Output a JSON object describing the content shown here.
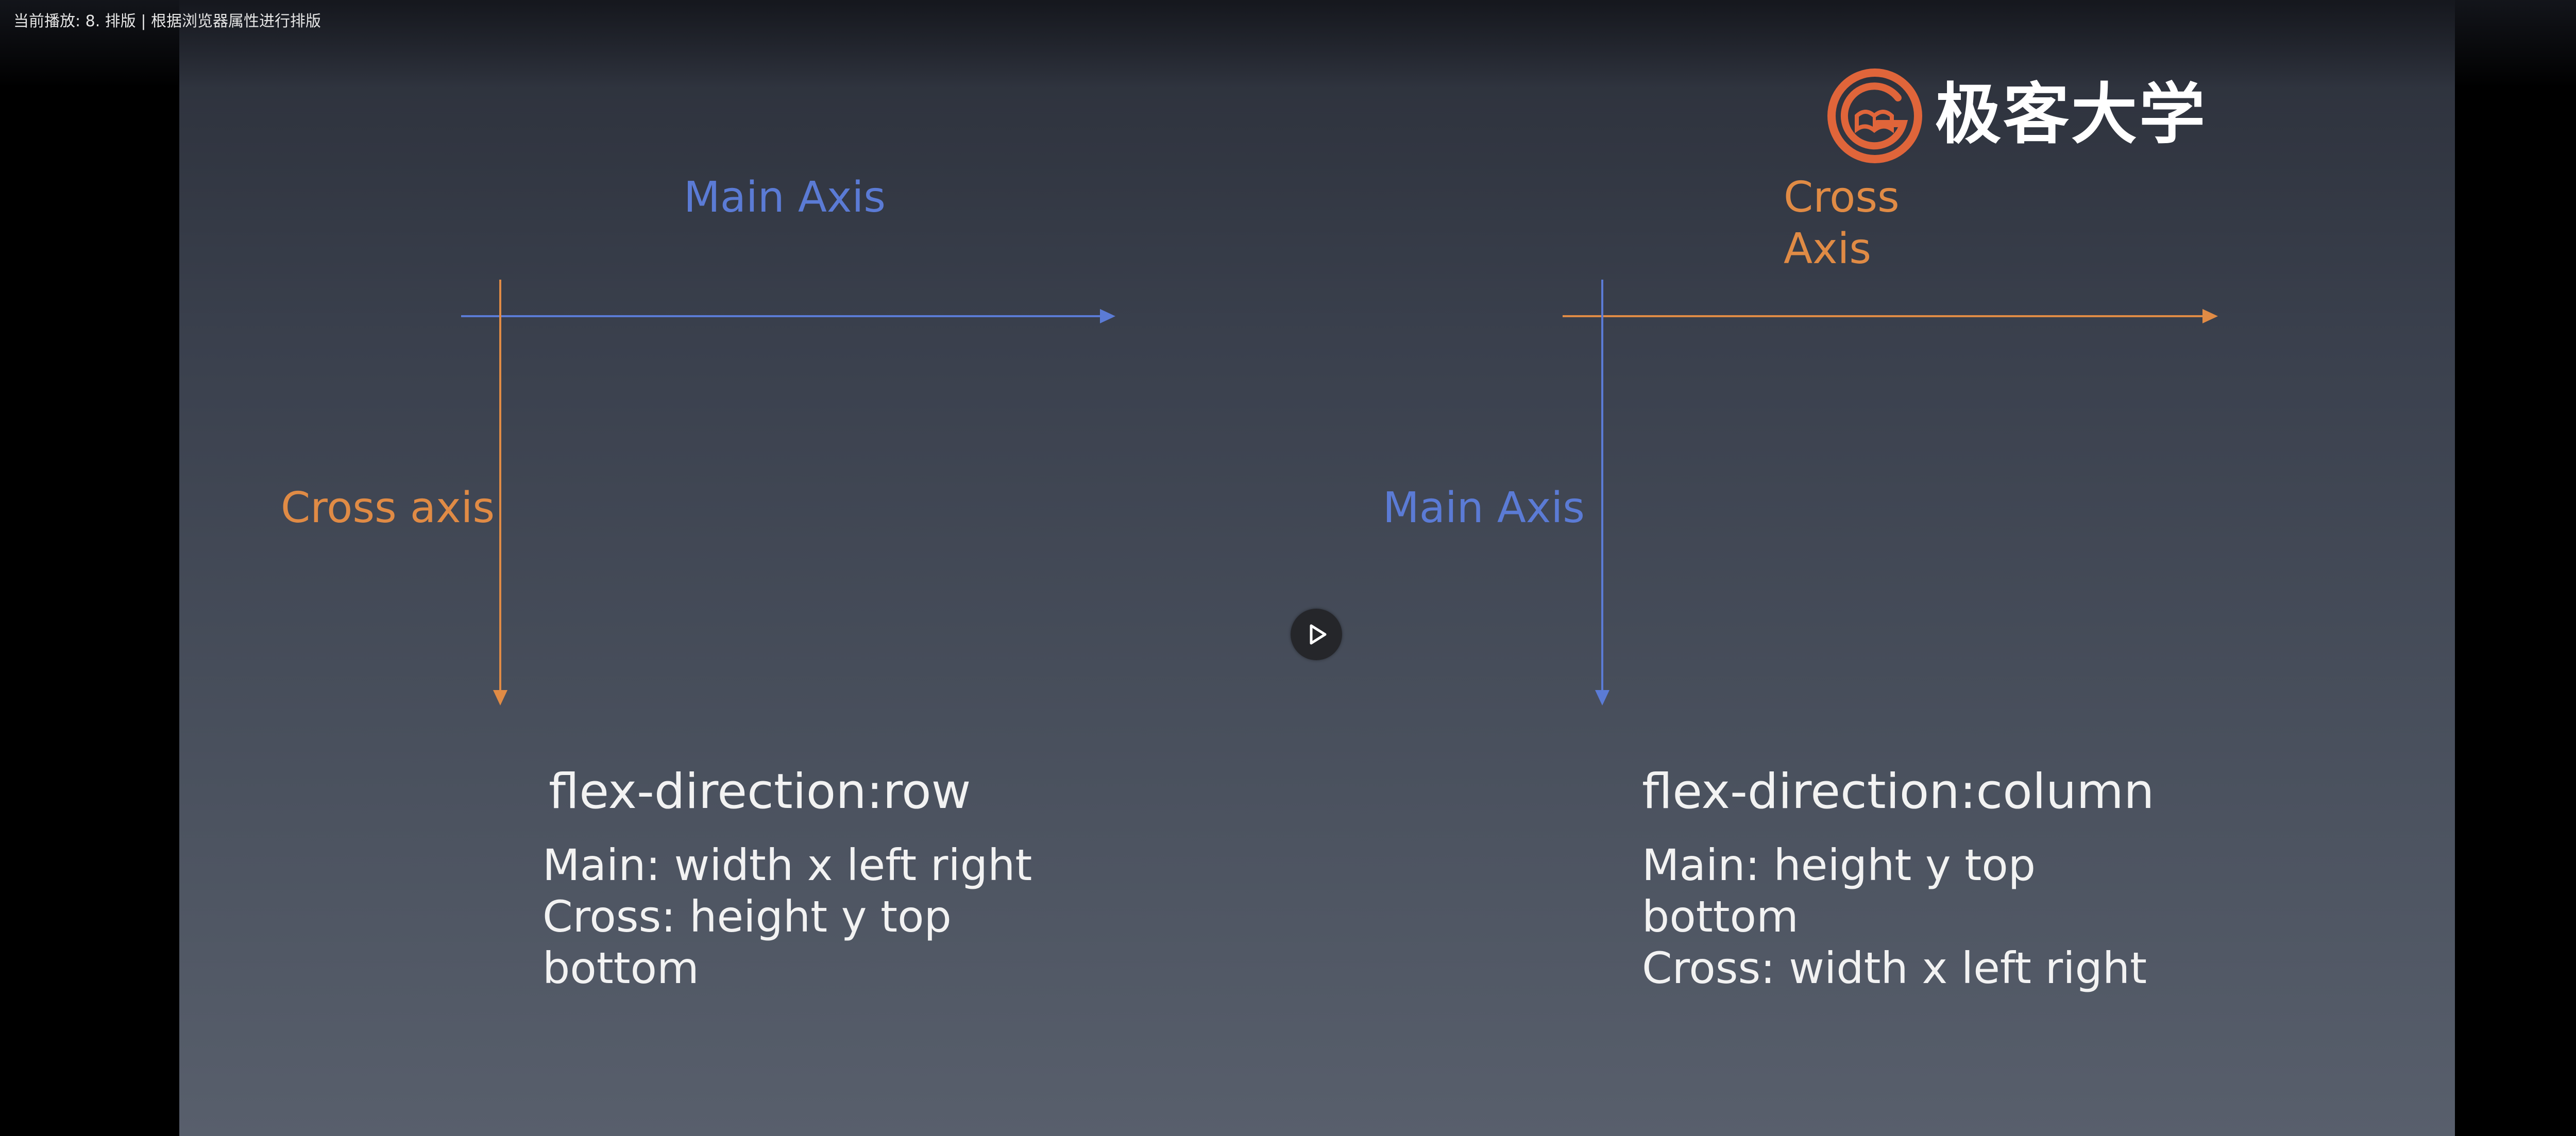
{
  "player": {
    "now_playing": "当前播放: 8. 排版 | 根据浏览器属性进行排版"
  },
  "logo": {
    "text": "极客大学",
    "icon": "geek-university-logo-icon",
    "color": "#e0653a"
  },
  "diagram_left": {
    "main_axis_label": "Main Axis",
    "cross_axis_label": "Cross axis",
    "title": "flex-direction:row",
    "lines": [
      "Main: width x left right",
      "Cross: height y top",
      "bottom"
    ]
  },
  "diagram_right": {
    "cross_axis_label_line1": "Cross",
    "cross_axis_label_line2": "Axis",
    "main_axis_label": "Main Axis",
    "title": "flex-direction:column",
    "lines": [
      "Main: height y top",
      "bottom",
      "Cross: width x left right"
    ]
  },
  "colors": {
    "main_axis": "#5b7bd5",
    "cross_axis": "#e08b45",
    "text": "#f2f2f2"
  },
  "controls": {
    "play_icon": "play-icon"
  }
}
